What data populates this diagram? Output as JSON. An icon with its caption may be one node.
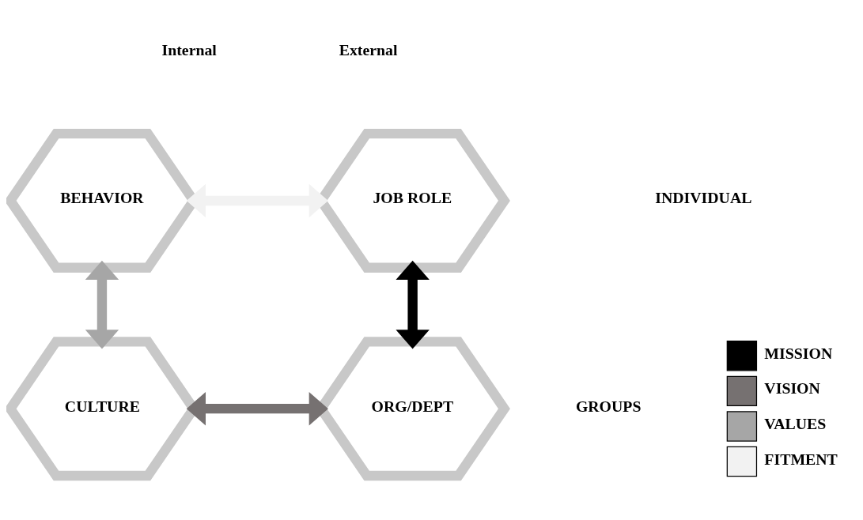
{
  "diagram": {
    "nodes": [
      {
        "text": [
          "BEHAVIOR"
        ]
      },
      {
        "text": [
          "JOB ROLE"
        ]
      },
      {
        "text": [
          "CULTURE"
        ]
      },
      {
        "text": [
          "ORG/DEPT"
        ]
      }
    ],
    "edges": [
      {
        "from": 0,
        "to": 1,
        "arrow": "both",
        "color": "#f2f2f2"
      },
      {
        "from": 0,
        "to": 2,
        "arrow": "both",
        "color": "#a6a6a6"
      },
      {
        "from": 1,
        "to": 3,
        "arrow": "both",
        "color": "#000000"
      },
      {
        "from": 2,
        "to": 3,
        "arrow": "both",
        "color": "#767171"
      }
    ],
    "labels": [
      "Internal",
      "External",
      "INDIVIDUAL",
      "GROUPS"
    ],
    "legend": [
      {
        "text": "MISSION",
        "color": "#000000"
      },
      {
        "text": "VISION",
        "color": "#767171"
      },
      {
        "text": "VALUES",
        "color": "#a6a6a6"
      },
      {
        "text": "FITMENT",
        "color": "#f2f2f2"
      }
    ]
  }
}
